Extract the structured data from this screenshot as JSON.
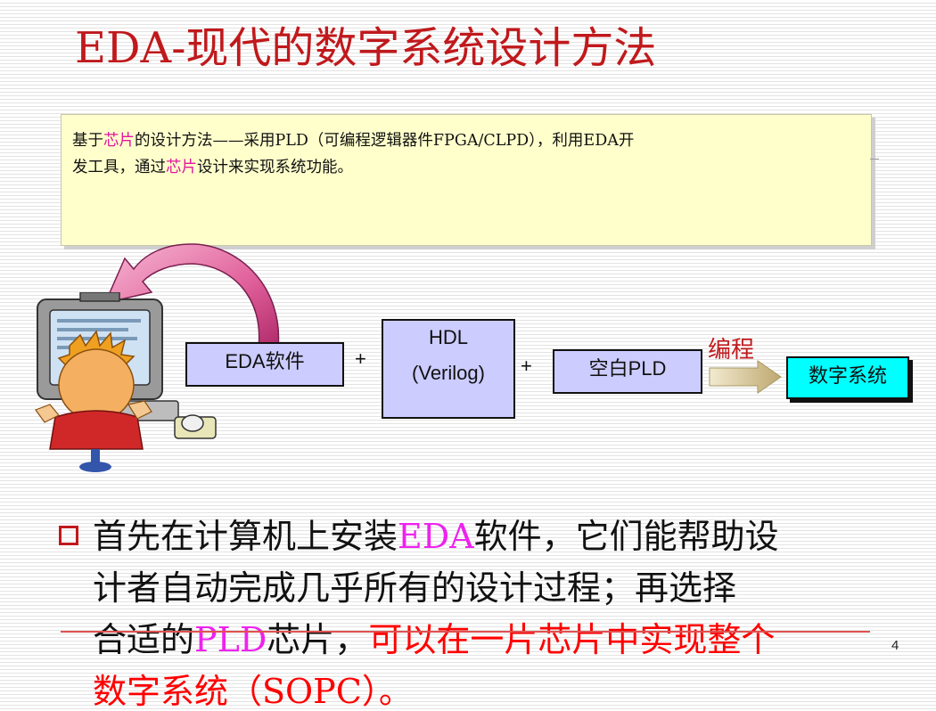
{
  "slide": {
    "title": "EDA-现代的数字系统设计方法",
    "page_number": "4"
  },
  "note": {
    "part1": "基于",
    "chip1": "芯片",
    "part2": "的设计方法——采用PLD（可编程逻辑器件FPGA/CLPD），利用EDA开",
    "part3": "发工具，通过",
    "chip2": "芯片",
    "part4": "设计来实现系统功能。"
  },
  "flow": {
    "eda_software": "EDA软件",
    "plus1": "+",
    "hdl_line1": "HDL",
    "hdl_line2": "(Verilog)",
    "plus2": "+",
    "blank_pld": "空白PLD",
    "programming": "编程",
    "digital_system": "数字系统"
  },
  "body": {
    "l1a": "首先在计算机上安装",
    "l1b": "EDA",
    "l1c": "软件，它们能帮助设",
    "l2": "计者自动完成几乎所有的设计过程；再选择",
    "l3a": "合适的",
    "l3b": "PLD",
    "l3c": "芯片，",
    "l3d": "可以在一片芯片中实现整个",
    "l4": "数字系统（SOPC）。"
  },
  "colors": {
    "title_red": "#c0191c",
    "note_bg": "#ffffcc",
    "box_lavender": "#ccccff",
    "cyan": "#00ffff",
    "magenta": "#ee22ee",
    "red": "#ff0000"
  }
}
